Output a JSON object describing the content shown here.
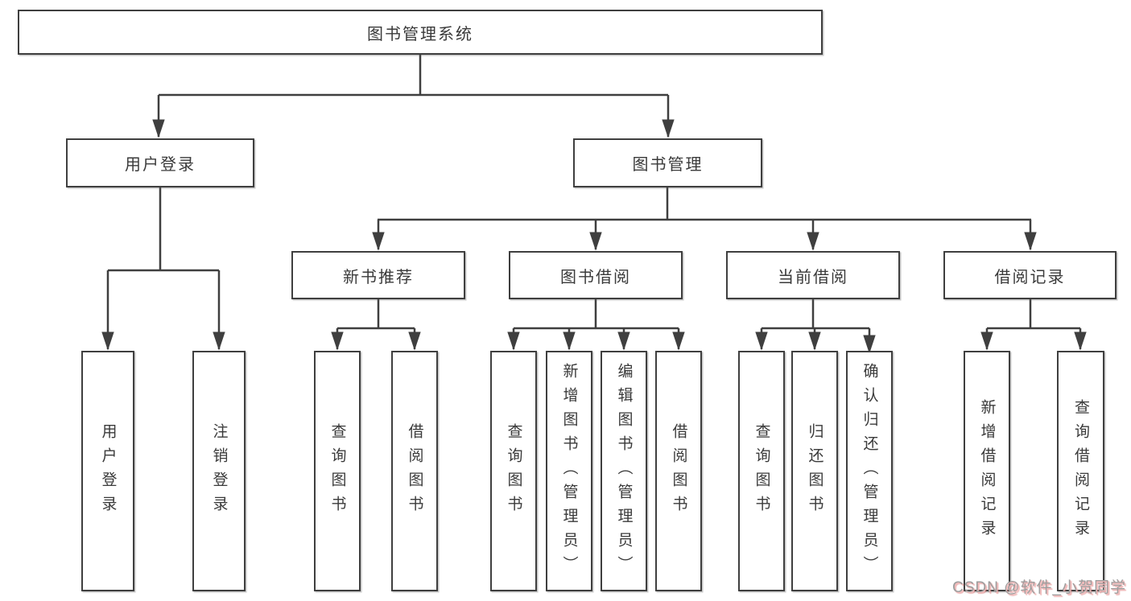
{
  "diagram": {
    "nodes": {
      "root": {
        "label": "图书管理系统"
      },
      "user_login": {
        "label": "用户登录"
      },
      "book_mgmt": {
        "label": "图书管理"
      },
      "new_book_rec": {
        "label": "新书推荐"
      },
      "book_borrow": {
        "label": "图书借阅"
      },
      "current_borrow": {
        "label": "当前借阅"
      },
      "borrow_records": {
        "label": "借阅记录"
      },
      "ul_user_login": {
        "label": "用户登录"
      },
      "ul_logout": {
        "label": "注销登录"
      },
      "nb_query": {
        "label": "查询图书"
      },
      "nb_borrow": {
        "label": "借阅图书"
      },
      "bb_query": {
        "label": "查询图书"
      },
      "bb_add": {
        "label": "新增图书（管理员）"
      },
      "bb_edit": {
        "label": "编辑图书（管理员）"
      },
      "bb_borrow": {
        "label": "借阅图书"
      },
      "cb_query": {
        "label": "查询图书"
      },
      "cb_return": {
        "label": "归还图书"
      },
      "cb_confirm": {
        "label": "确认归还（管理员）"
      },
      "br_add": {
        "label": "新增借阅记录"
      },
      "br_query": {
        "label": "查询借阅记录"
      }
    },
    "colors": {
      "line": "#3f3f3f",
      "box_border": "#3f3f3f",
      "text": "#3a3a3a",
      "background": "#ffffff",
      "watermark_text": "#9e9e9e",
      "watermark_shadow": "#e0a0a0"
    }
  },
  "watermark": {
    "text": "CSDN @软件_小贺同学"
  }
}
